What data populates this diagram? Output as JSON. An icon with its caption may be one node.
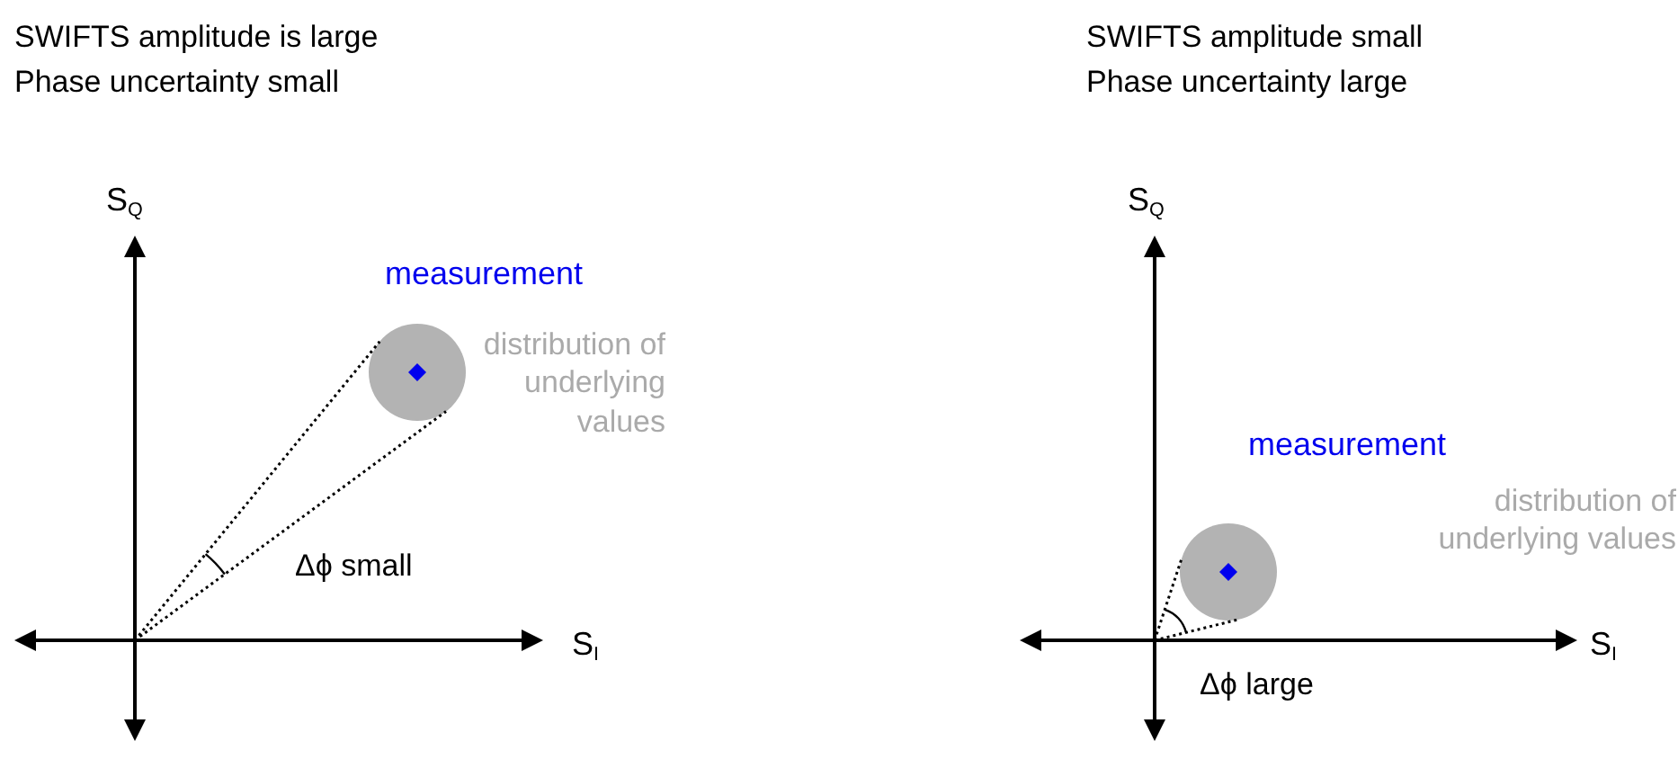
{
  "diagram": {
    "labels": [
      "SWIFTS amplitude is large",
      "Phase uncertainty small",
      "SWIFTS amplitude small",
      "Phase uncertainty large",
      "S$_{Q}$",
      "S$_{Q}$",
      "measurement",
      "distribution of underlying values",
      "measurement",
      "distribution of underlying values",
      "Δϕ small",
      "S$_{I}$",
      "S$_{I}$",
      "Δϕ large"
    ]
  }
}
